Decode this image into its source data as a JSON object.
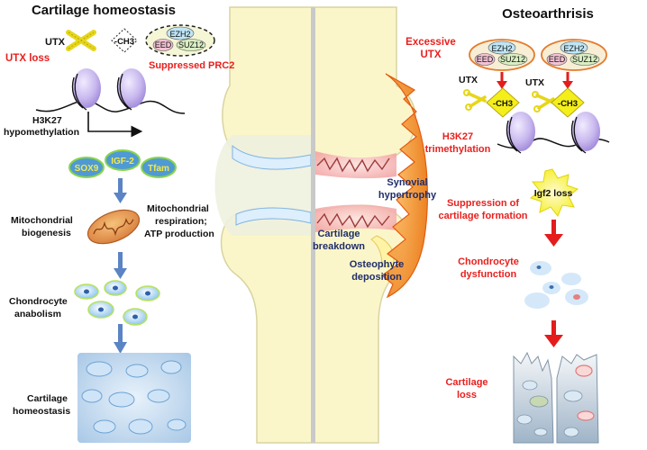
{
  "left": {
    "title": "Cartilage homeostasis",
    "utx_label": "UTX",
    "ch3_label": "-CH3",
    "prc2": {
      "ezh2": "EZH2",
      "eed": "EED",
      "suz12": "SUZ12"
    },
    "utx_loss": "UTX loss",
    "suppressed_prc2": "Suppressed  PRC2",
    "h3k27_line1": "H3K27",
    "h3k27_line2": "hypomethylation",
    "factors": [
      "SOX9",
      "IGF-2",
      "Tfam"
    ],
    "mito_bio_line1": "Mitochondrial",
    "mito_bio_line2": "biogenesis",
    "mito_resp_line1": "Mitochondrial",
    "mito_resp_line2": "respiration;",
    "mito_resp_line3": "ATP production",
    "chondro_line1": "Chondrocyte",
    "chondro_line2": "anabolism",
    "cart_line1": "Cartilage",
    "cart_line2": "homeostasis"
  },
  "center": {
    "synovial_line1": "Synovial",
    "synovial_line2": "hypertrophy",
    "breakdown_line1": "Cartilage",
    "breakdown_line2": "breakdown",
    "osteo_line1": "Osteophyte",
    "osteo_line2": "deposition"
  },
  "right": {
    "title": "Osteoarthrisis",
    "excessive_line1": "Excessive",
    "excessive_line2": "UTX",
    "utx_label": "UTX",
    "ch3_label": "-CH3",
    "prc2": {
      "ezh2": "EZH2",
      "eed": "EED",
      "suz12": "SUZ12"
    },
    "h3k27_line1": "H3K27",
    "h3k27_line2": "trimethylation",
    "igf2_loss": "Igf2 loss",
    "suppression_line1": "Suppression of",
    "suppression_line2": "cartilage formation",
    "dysfunction_line1": "Chondrocyte",
    "dysfunction_line2": "dysfunction",
    "loss_line1": "Cartilage",
    "loss_line2": "loss"
  },
  "colors": {
    "red_text": "#e8201e",
    "dark_text": "#111111",
    "navy_text": "#1f2d6b",
    "arrow_blue": "#5b84c4",
    "arrow_red": "#e41c1c",
    "bone": "#fbf6c9",
    "synovium": "#f08a2a",
    "factor_fill": "#4f9ad4",
    "factor_text": "#f3e84a"
  }
}
